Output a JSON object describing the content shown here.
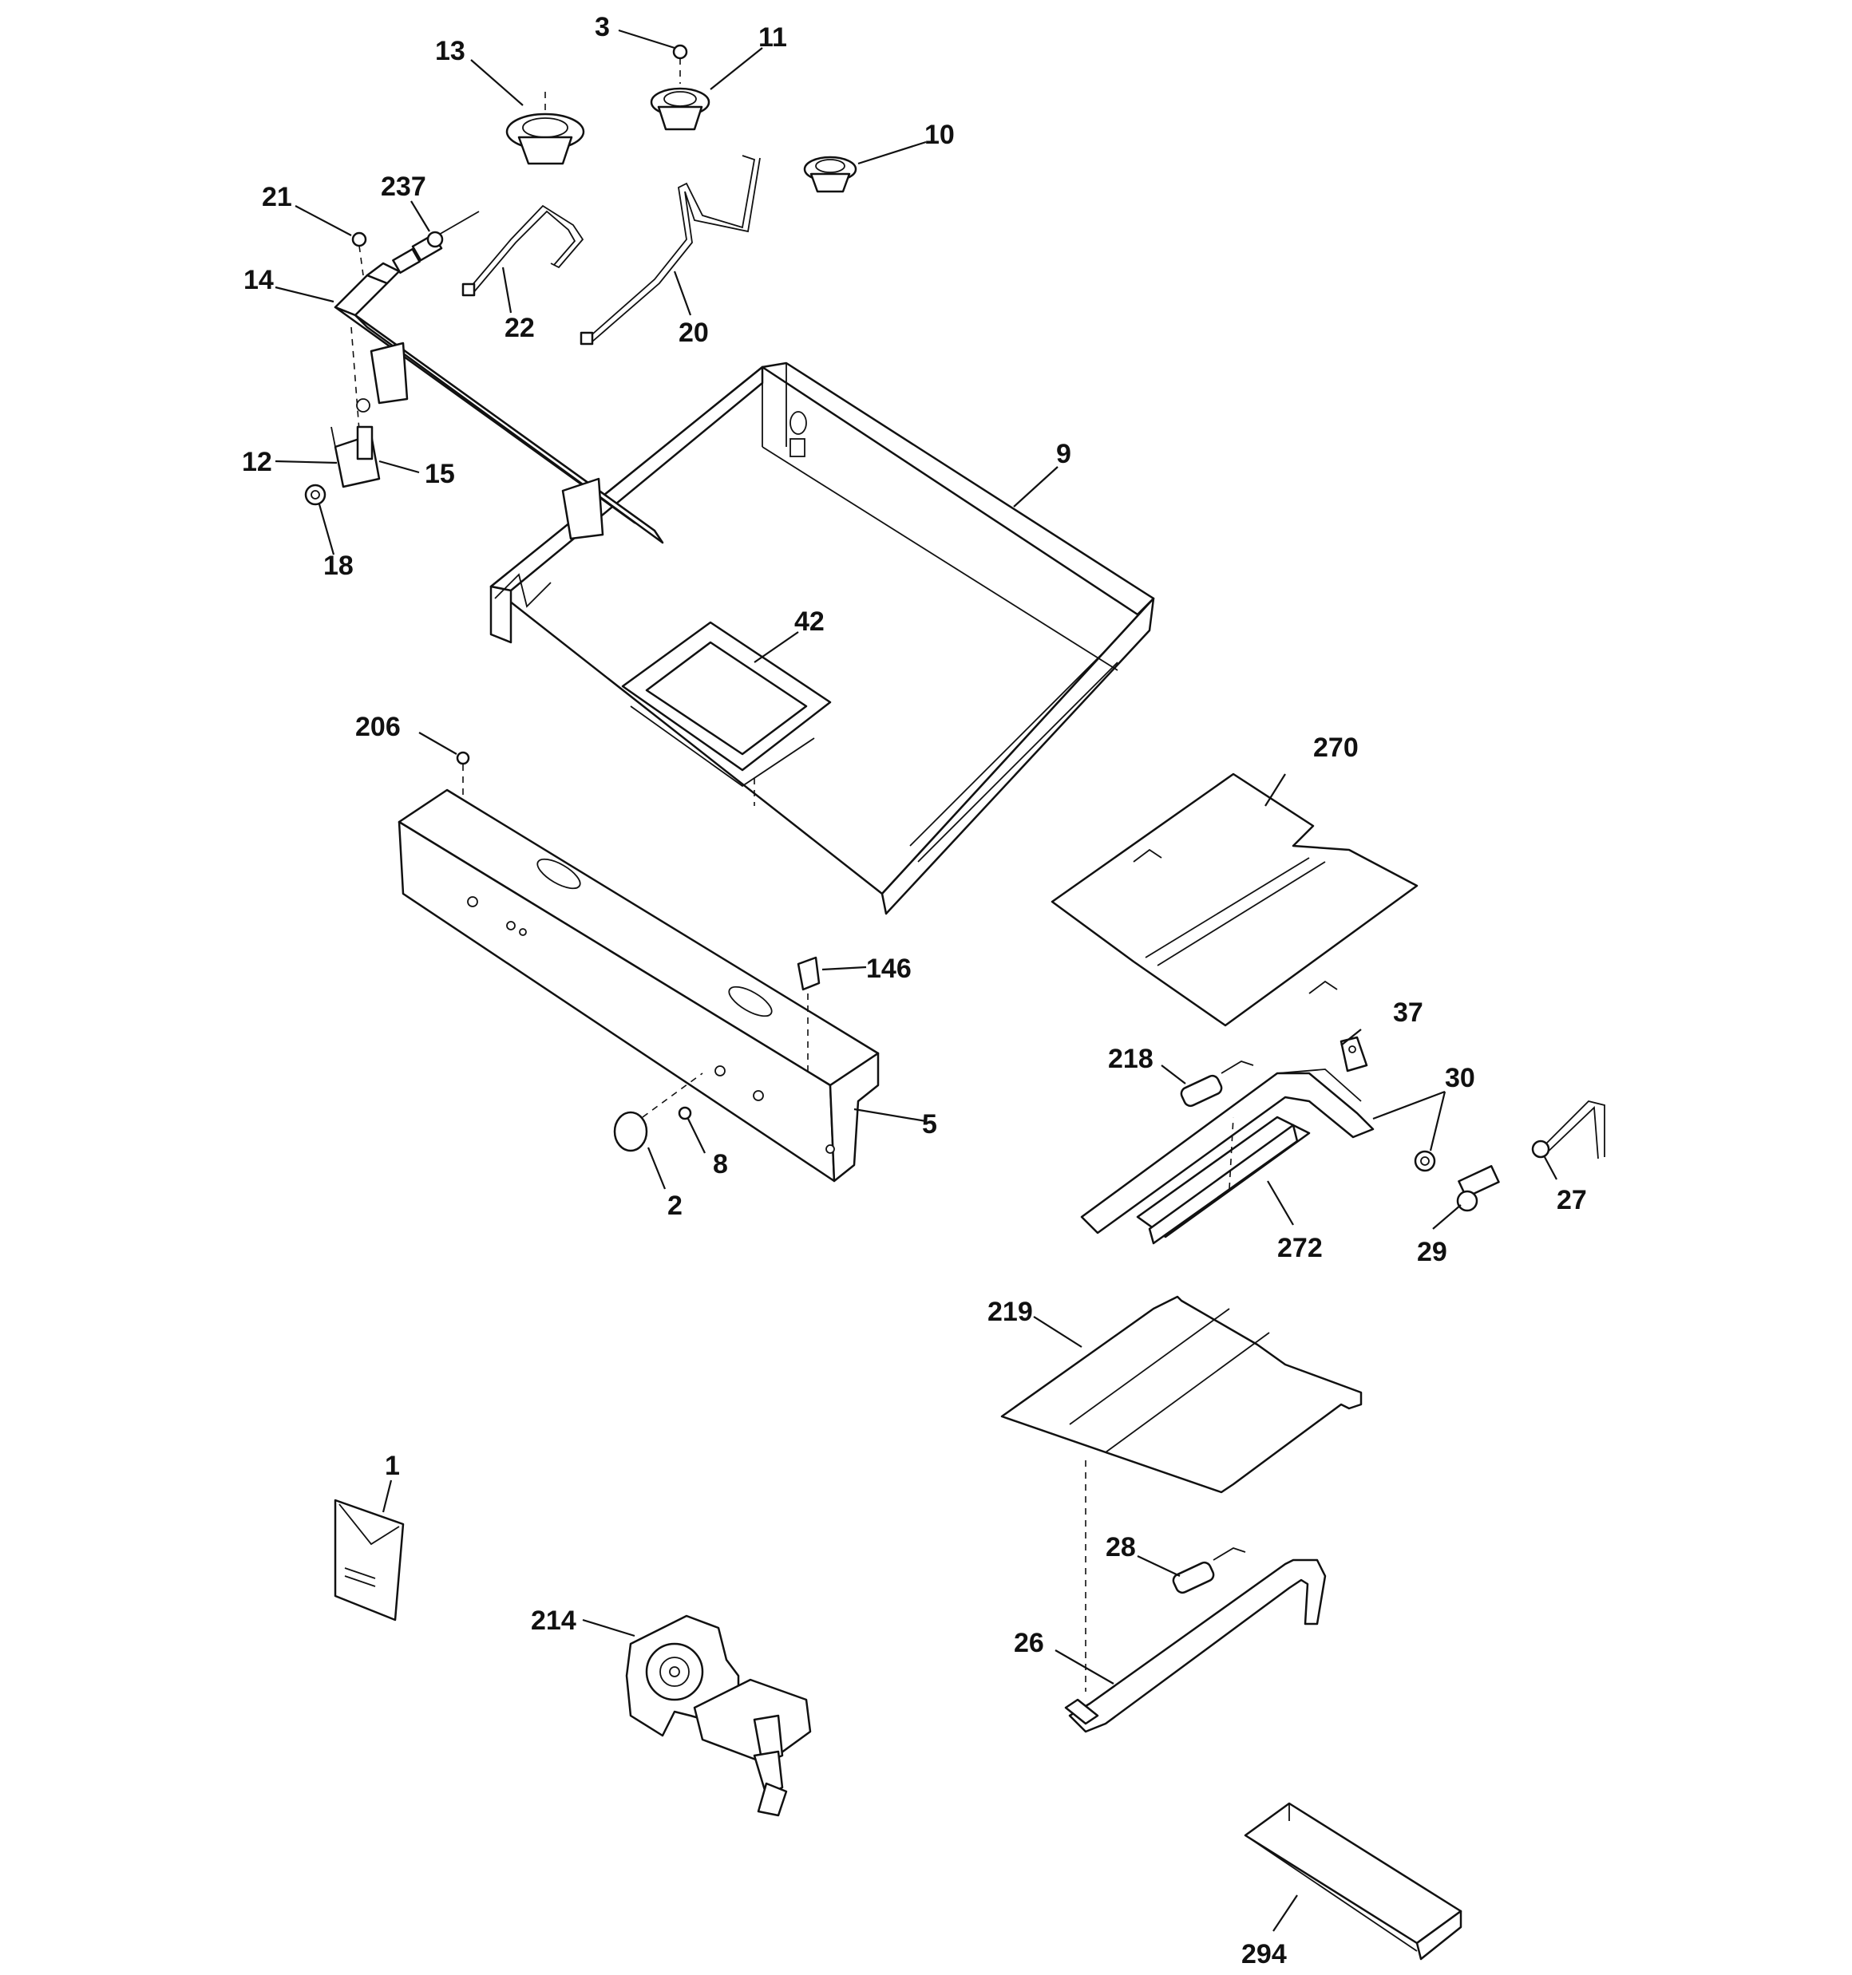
{
  "diagram": {
    "labels": {
      "l1": "1",
      "l2": "2",
      "l3": "3",
      "l5": "5",
      "l8": "8",
      "l9": "9",
      "l10": "10",
      "l11": "11",
      "l12": "12",
      "l13": "13",
      "l14": "14",
      "l15": "15",
      "l18": "18",
      "l20": "20",
      "l21": "21",
      "l22": "22",
      "l26": "26",
      "l27": "27",
      "l28": "28",
      "l29": "29",
      "l30": "30",
      "l37": "37",
      "l42": "42",
      "l146": "146",
      "l206": "206",
      "l214": "214",
      "l218": "218",
      "l219": "219",
      "l237": "237",
      "l270": "270",
      "l272": "272",
      "l294": "294"
    }
  }
}
